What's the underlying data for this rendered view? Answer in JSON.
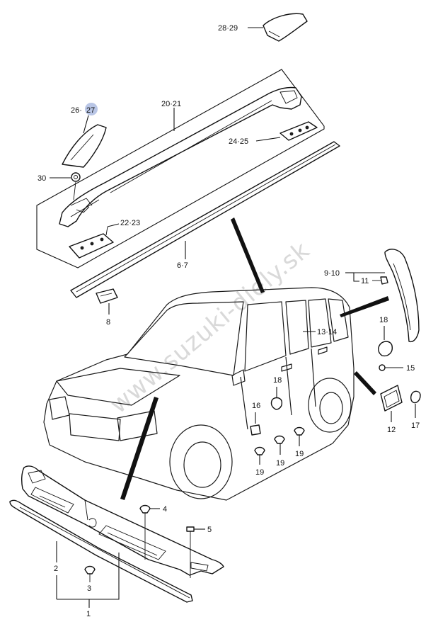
{
  "watermark": "www.suzuki-diely.sk",
  "highlight_color": "#b9c6e6",
  "labels": {
    "p28_29": "28·29",
    "p26": "26·",
    "p27": "27",
    "p20_21": "20·21",
    "p24_25": "24·25",
    "p30": "30",
    "p22_23": "22·23",
    "p6_7": "6·7",
    "p8": "8",
    "p9_10": "9·10",
    "p11": "11",
    "p18a": "18",
    "p13_14": "13·14",
    "p15": "15",
    "p18b": "18",
    "p16": "16",
    "p12": "12",
    "p17": "17",
    "p19a": "19",
    "p19b": "19",
    "p19c": "19",
    "p4": "4",
    "p5": "5",
    "p2": "2",
    "p3": "3",
    "p1": "1"
  }
}
